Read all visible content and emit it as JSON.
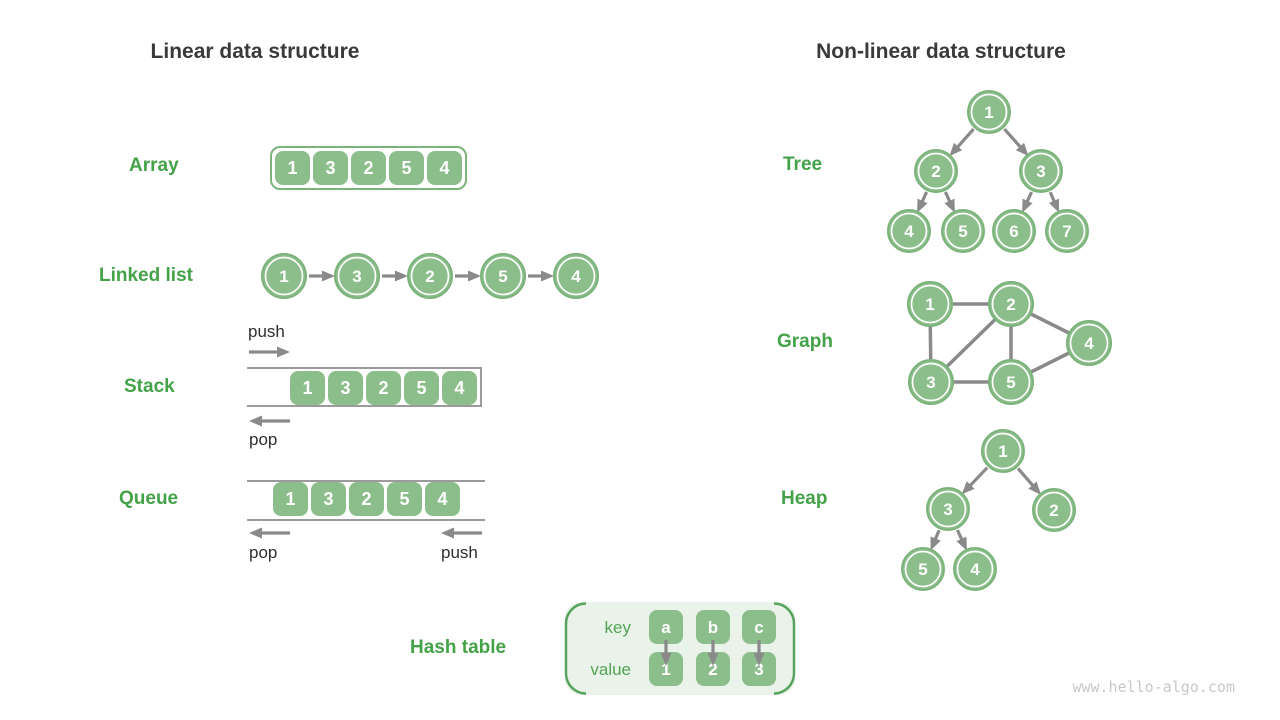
{
  "titles": {
    "left": "Linear data structure",
    "right": "Non-linear data structure"
  },
  "watermark": "www.hello-algo.com",
  "colors": {
    "node_green": "#8cbe8c",
    "node_border_green": "#7bb37b",
    "label_green": "#44a248",
    "light_green_panel": "#e9f3e9",
    "arrow_gray": "#8a8a8a",
    "container_line_gray": "#9b9b9b",
    "title_gray": "#3a3a3a",
    "watermark_gray": "#c8c8c8"
  },
  "array": {
    "label": "Array",
    "values": [
      "1",
      "3",
      "2",
      "5",
      "4"
    ]
  },
  "linked_list": {
    "label": "Linked list",
    "values": [
      "1",
      "3",
      "2",
      "5",
      "4"
    ]
  },
  "stack": {
    "label": "Stack",
    "push_label": "push",
    "pop_label": "pop",
    "values": [
      "1",
      "3",
      "2",
      "5",
      "4"
    ]
  },
  "queue": {
    "label": "Queue",
    "push_label": "push",
    "pop_label": "pop",
    "values": [
      "1",
      "3",
      "2",
      "5",
      "4"
    ]
  },
  "hash_table": {
    "label": "Hash table",
    "key_label": "key",
    "value_label": "value",
    "keys": [
      "a",
      "b",
      "c"
    ],
    "values": [
      "1",
      "2",
      "3"
    ]
  },
  "tree": {
    "label": "Tree",
    "nodes": [
      "1",
      "2",
      "3",
      "4",
      "5",
      "6",
      "7"
    ],
    "edges": [
      [
        "1",
        "2"
      ],
      [
        "1",
        "3"
      ],
      [
        "2",
        "4"
      ],
      [
        "2",
        "5"
      ],
      [
        "3",
        "6"
      ],
      [
        "3",
        "7"
      ]
    ]
  },
  "graph": {
    "label": "Graph",
    "nodes": [
      "1",
      "2",
      "4",
      "3",
      "5"
    ],
    "edges": [
      [
        "1",
        "2"
      ],
      [
        "1",
        "3"
      ],
      [
        "2",
        "3"
      ],
      [
        "2",
        "5"
      ],
      [
        "2",
        "4"
      ],
      [
        "3",
        "5"
      ],
      [
        "5",
        "4"
      ]
    ]
  },
  "heap": {
    "label": "Heap",
    "nodes": [
      "1",
      "3",
      "2",
      "5",
      "4"
    ],
    "edges": [
      [
        "1",
        "3"
      ],
      [
        "1",
        "2"
      ],
      [
        "3",
        "5"
      ],
      [
        "3",
        "4"
      ]
    ]
  }
}
